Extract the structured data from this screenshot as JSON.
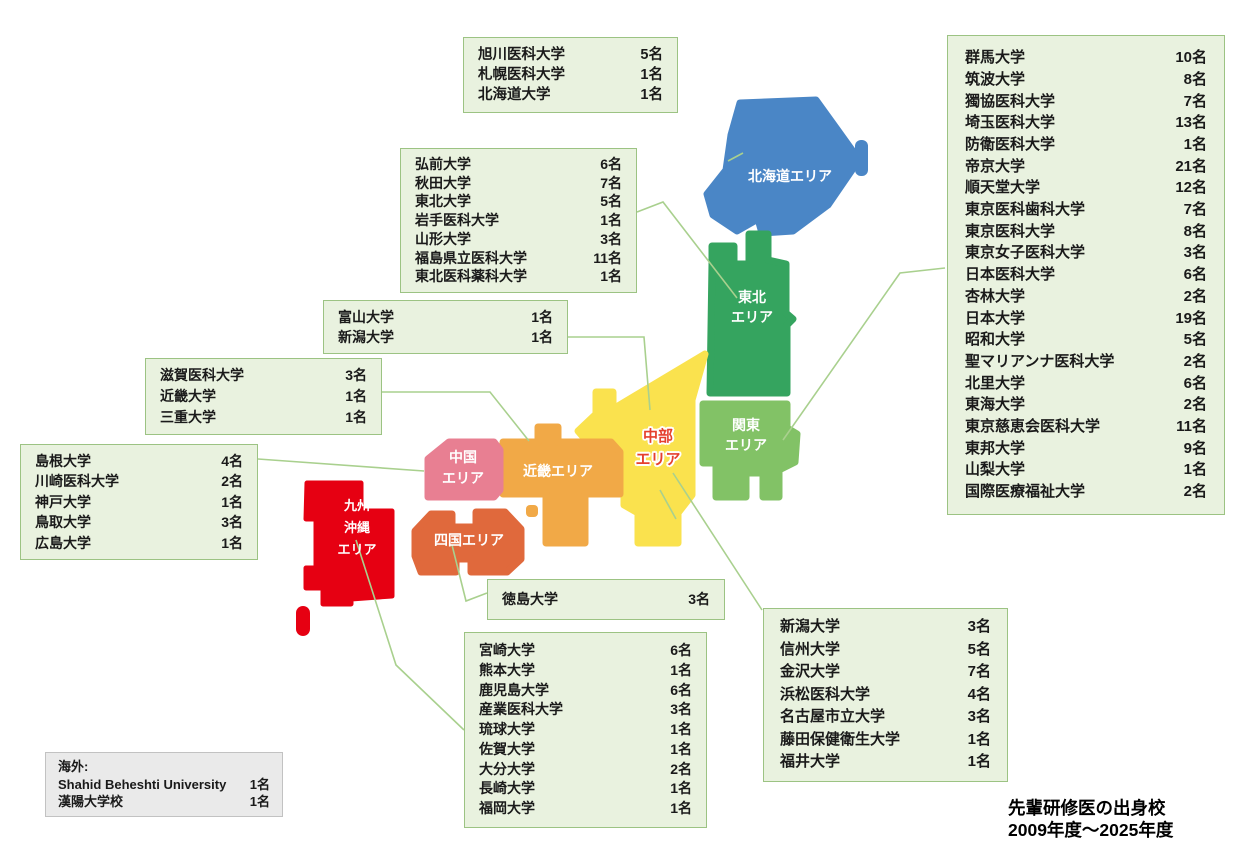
{
  "title": {
    "line1": "先輩研修医の出身校",
    "line2": "2009年度～2025年度"
  },
  "map": {
    "regions": [
      {
        "id": "hokkaido",
        "label_lines": [
          "北海道エリア"
        ],
        "color": "#4a86c6",
        "label_color": "#ffffff"
      },
      {
        "id": "tohoku",
        "label_lines": [
          "東北",
          "エリア"
        ],
        "color": "#35a45f",
        "label_color": "#ffffff"
      },
      {
        "id": "kanto",
        "label_lines": [
          "関東",
          "エリア"
        ],
        "color": "#82c266",
        "label_color": "#ffffff"
      },
      {
        "id": "chubu",
        "label_lines": [
          "中部",
          "エリア"
        ],
        "color": "#fae24e",
        "label_color": "#e5402e"
      },
      {
        "id": "kinki",
        "label_lines": [
          "近畿エリア"
        ],
        "color": "#f1a947",
        "label_color": "#ffffff"
      },
      {
        "id": "chugoku",
        "label_lines": [
          "中国",
          "エリア"
        ],
        "color": "#e87f92",
        "label_color": "#ffffff"
      },
      {
        "id": "shikoku",
        "label_lines": [
          "四国エリア"
        ],
        "color": "#e0693c",
        "label_color": "#ffffff"
      },
      {
        "id": "kyushu_okinawa",
        "label_lines": [
          "九州",
          "沖縄",
          "エリア"
        ],
        "color": "#e60012",
        "label_color": "#ffffff"
      }
    ],
    "connector_color": "#a9d08e"
  },
  "boxes": {
    "hokkaido": {
      "rows": [
        {
          "name": "旭川医科大学",
          "count": "5名"
        },
        {
          "name": "札幌医科大学",
          "count": "1名"
        },
        {
          "name": "北海道大学",
          "count": "1名"
        }
      ]
    },
    "kanto": {
      "rows": [
        {
          "name": "群馬大学",
          "count": "10名"
        },
        {
          "name": "筑波大学",
          "count": "8名"
        },
        {
          "name": "獨協医科大学",
          "count": "7名"
        },
        {
          "name": "埼玉医科大学",
          "count": "13名"
        },
        {
          "name": "防衛医科大学",
          "count": "1名"
        },
        {
          "name": "帝京大学",
          "count": "21名"
        },
        {
          "name": "順天堂大学",
          "count": "12名"
        },
        {
          "name": "東京医科歯科大学",
          "count": "7名"
        },
        {
          "name": "東京医科大学",
          "count": "8名"
        },
        {
          "name": "東京女子医科大学",
          "count": "3名"
        },
        {
          "name": "日本医科大学",
          "count": "6名"
        },
        {
          "name": "杏林大学",
          "count": "2名"
        },
        {
          "name": "日本大学",
          "count": "19名"
        },
        {
          "name": "昭和大学",
          "count": "5名"
        },
        {
          "name": "聖マリアンナ医科大学",
          "count": "2名"
        },
        {
          "name": "北里大学",
          "count": "6名"
        },
        {
          "name": "東海大学",
          "count": "2名"
        },
        {
          "name": "東京慈恵会医科大学",
          "count": "11名"
        },
        {
          "name": "東邦大学",
          "count": "9名"
        },
        {
          "name": "山梨大学",
          "count": "1名"
        },
        {
          "name": "国際医療福祉大学",
          "count": "2名"
        }
      ]
    },
    "tohoku": {
      "rows": [
        {
          "name": "弘前大学",
          "count": "6名"
        },
        {
          "name": "秋田大学",
          "count": "7名"
        },
        {
          "name": "東北大学",
          "count": "5名"
        },
        {
          "name": "岩手医科大学",
          "count": "1名"
        },
        {
          "name": "山形大学",
          "count": "3名"
        },
        {
          "name": "福島県立医科大学",
          "count": "11名"
        },
        {
          "name": "東北医科薬科大学",
          "count": "1名"
        }
      ]
    },
    "toyama": {
      "rows": [
        {
          "name": "富山大学",
          "count": "1名"
        },
        {
          "name": "新潟大学",
          "count": "1名"
        }
      ]
    },
    "shiga": {
      "rows": [
        {
          "name": "滋賀医科大学",
          "count": "3名"
        },
        {
          "name": "近畿大学",
          "count": "1名"
        },
        {
          "name": "三重大学",
          "count": "1名"
        }
      ]
    },
    "chugoku": {
      "rows": [
        {
          "name": "島根大学",
          "count": "4名"
        },
        {
          "name": "川崎医科大学",
          "count": "2名"
        },
        {
          "name": "神戸大学",
          "count": "1名"
        },
        {
          "name": "鳥取大学",
          "count": "3名"
        },
        {
          "name": "広島大学",
          "count": "1名"
        }
      ]
    },
    "tokushima": {
      "rows": [
        {
          "name": "徳島大学",
          "count": "3名"
        }
      ]
    },
    "kyushu": {
      "rows": [
        {
          "name": "宮崎大学",
          "count": "6名"
        },
        {
          "name": "熊本大学",
          "count": "1名"
        },
        {
          "name": "鹿児島大学",
          "count": "6名"
        },
        {
          "name": "産業医科大学",
          "count": "3名"
        },
        {
          "name": "琉球大学",
          "count": "1名"
        },
        {
          "name": "佐賀大学",
          "count": "1名"
        },
        {
          "name": "大分大学",
          "count": "2名"
        },
        {
          "name": "長崎大学",
          "count": "1名"
        },
        {
          "name": "福岡大学",
          "count": "1名"
        }
      ]
    },
    "chubu": {
      "rows": [
        {
          "name": "新潟大学",
          "count": "3名"
        },
        {
          "name": "信州大学",
          "count": "5名"
        },
        {
          "name": "金沢大学",
          "count": "7名"
        },
        {
          "name": "浜松医科大学",
          "count": "4名"
        },
        {
          "name": "名古屋市立大学",
          "count": "3名"
        },
        {
          "name": "藤田保健衛生大学",
          "count": "1名"
        },
        {
          "name": "福井大学",
          "count": "1名"
        }
      ]
    },
    "overseas": {
      "heading": "海外:",
      "rows": [
        {
          "name": "Shahid Beheshti University",
          "count": "1名"
        },
        {
          "name": "漢陽大学校",
          "count": "1名"
        }
      ]
    }
  }
}
